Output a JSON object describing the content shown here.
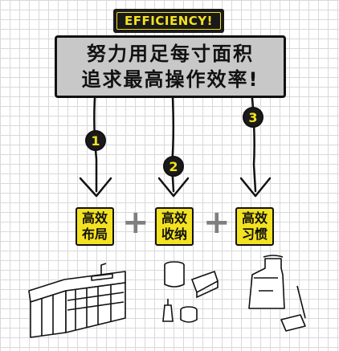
{
  "banner": {
    "text": "EFFICIENCY!"
  },
  "headline": {
    "line1": "努力用足每寸面积",
    "line2": "追求最高操作效率!"
  },
  "steps": [
    {
      "number": "1",
      "line1": "高效",
      "line2": "布局"
    },
    {
      "number": "2",
      "line1": "高效",
      "line2": "收纳"
    },
    {
      "number": "3",
      "line1": "高效",
      "line2": "习惯"
    }
  ],
  "operator": "+",
  "colors": {
    "accent": "#f3e221",
    "dark": "#1a1a1a",
    "headline_bg": "#c8c8c8",
    "plus": "#7f7f7f"
  },
  "illustrations": [
    "kitchen-counter-icon",
    "storage-containers-icon",
    "apron-broom-dustpan-icon"
  ]
}
